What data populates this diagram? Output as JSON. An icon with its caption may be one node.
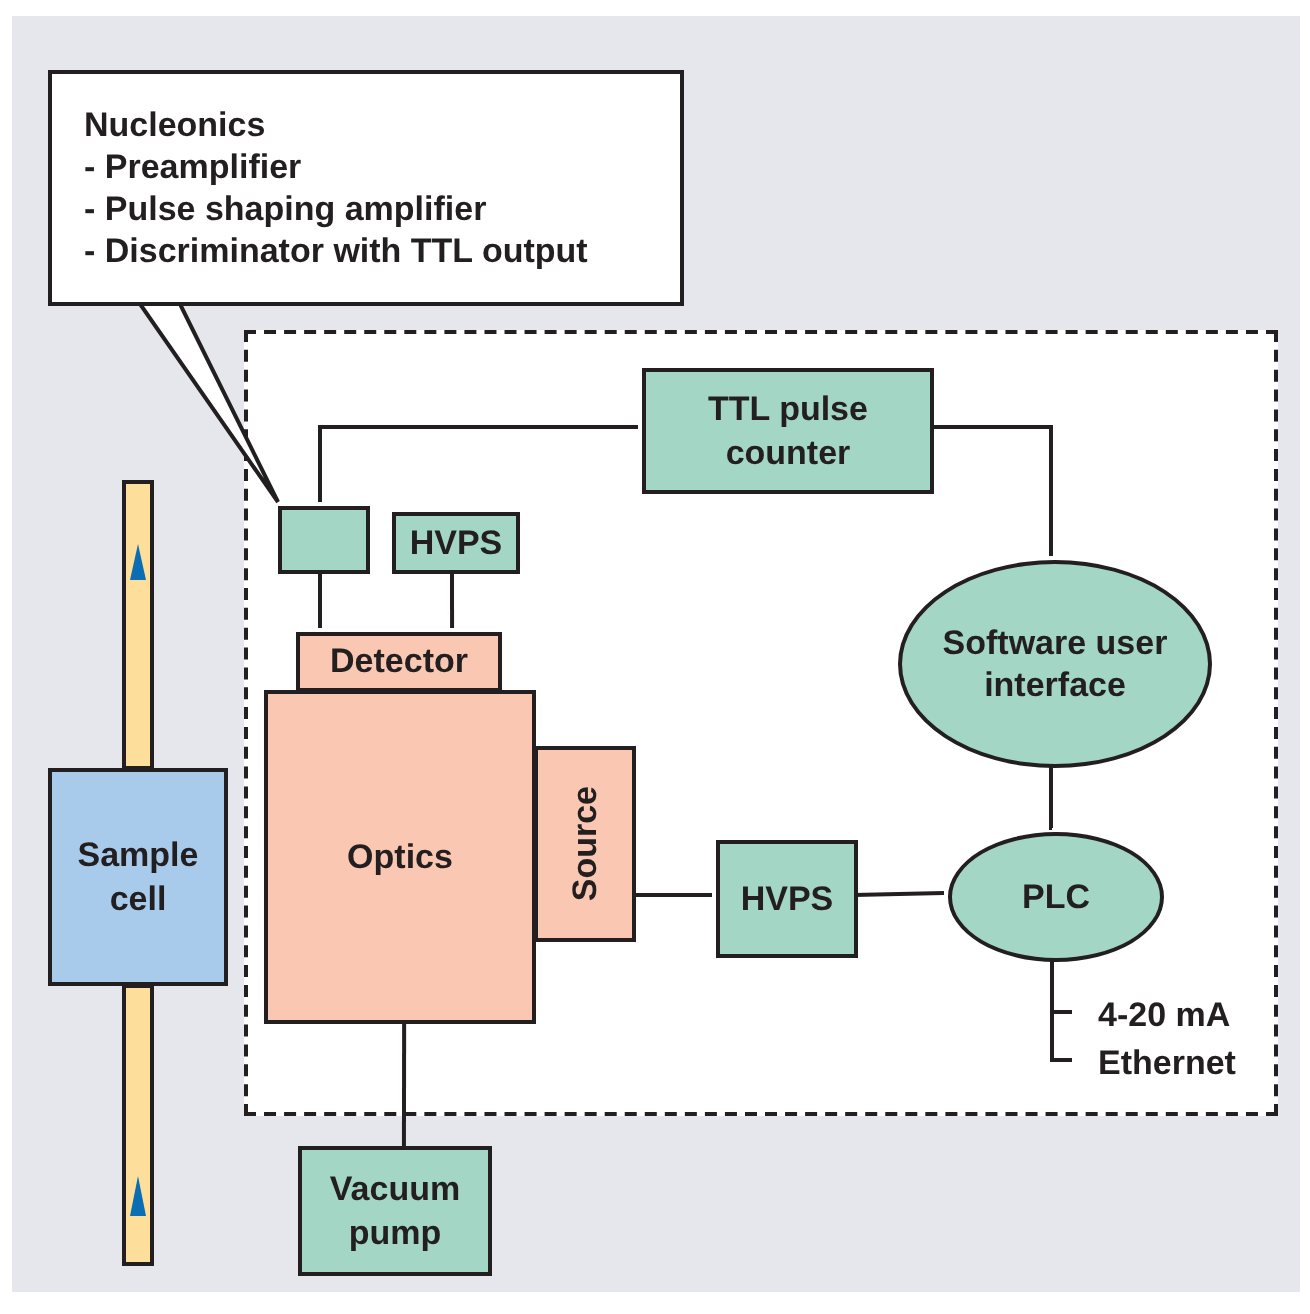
{
  "diagram": {
    "nodes": [
      {
        "text": [],
        "shape": "box"
      },
      {
        "text": [
          "Nucleonics",
          "- Preamplifier",
          "- Pulse shaping amplifier",
          "- Discriminator with TTL output"
        ]
      },
      {
        "text": [
          "TTL pulse counter"
        ],
        "in": 0
      },
      {
        "text": [],
        "shape": "box",
        "in": 0
      },
      {
        "text": [
          "HVPS"
        ],
        "in": 0
      },
      {
        "text": [
          "Detector"
        ],
        "in": 0
      },
      {
        "text": [
          "Software user interface"
        ],
        "in": 0
      },
      {
        "text": [
          "Sample cell"
        ]
      },
      {
        "text": [
          "Optics"
        ],
        "in": 0
      },
      {
        "text": [
          "Source"
        ],
        "in": 0
      },
      {
        "text": [
          "HVPS"
        ],
        "in": 0
      },
      {
        "text": [
          "PLC"
        ],
        "in": 0
      },
      {
        "text": [
          "4-20 mA"
        ],
        "in": 0
      },
      {
        "text": [
          "Ethernet"
        ],
        "in": 0
      },
      {
        "text": [
          "Vacuum pump"
        ]
      }
    ],
    "edges": [
      {
        "from": 1,
        "to": 3,
        "arrow": "none"
      },
      {
        "from": 3,
        "to": 2,
        "arrow": "none"
      },
      {
        "from": 2,
        "to": 6,
        "arrow": "none"
      },
      {
        "from": 3,
        "to": 5,
        "arrow": "none"
      },
      {
        "from": 4,
        "to": 5,
        "arrow": "none"
      },
      {
        "from": 6,
        "to": 11,
        "arrow": "none"
      },
      {
        "from": 9,
        "to": 10,
        "arrow": "none"
      },
      {
        "from": 10,
        "to": 11,
        "arrow": "none"
      },
      {
        "from": 11,
        "to": 12,
        "arrow": "none"
      },
      {
        "from": 11,
        "to": 13,
        "arrow": "none"
      },
      {
        "from": 8,
        "to": 14,
        "arrow": "none"
      }
    ]
  }
}
